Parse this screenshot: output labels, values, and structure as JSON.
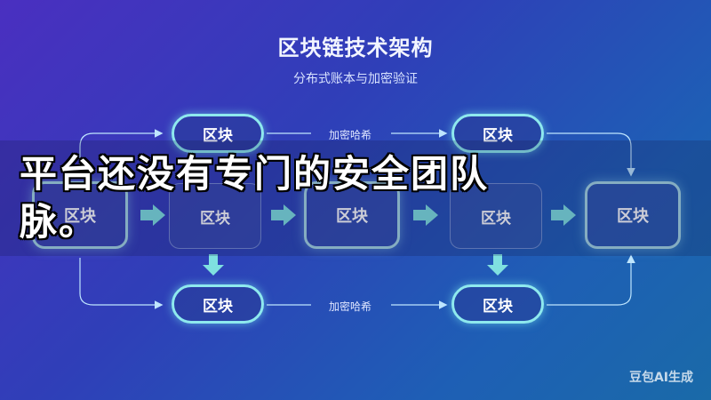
{
  "header": {
    "title": "区块链技术架构",
    "subtitle": "分布式账本与加密验证"
  },
  "blocks": {
    "top_left": "区块",
    "top_right": "区块",
    "row_1": "区块",
    "row_2": "区块",
    "row_3": "区块",
    "row_4": "区块",
    "row_5": "区块",
    "bottom_left": "区块",
    "bottom_right": "区块"
  },
  "connectors": {
    "top_label": "加密哈希",
    "bottom_label": "加密哈希"
  },
  "overlay": {
    "line_1": "平台还没有专门的安全团队",
    "line_2": "脉。"
  },
  "watermark": "豆包AI生成",
  "colors": {
    "background_start": "#4a2fc0",
    "background_end": "#1a6aa8",
    "glow": "#8ee9ee",
    "arrow": "#7fe0e0"
  }
}
